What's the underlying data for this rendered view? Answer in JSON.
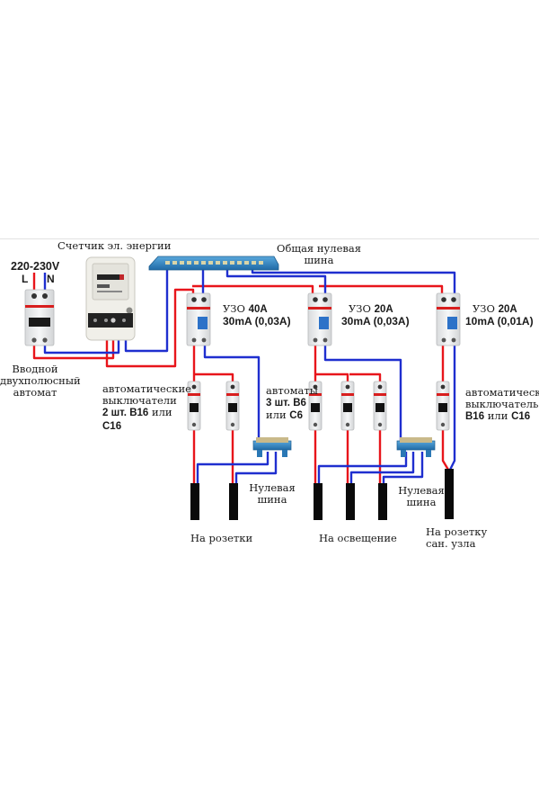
{
  "colors": {
    "phase_wire": "#e8151b",
    "neutral_wire": "#1f2fcf",
    "bus_bar": "#2e86c1",
    "breaker_body": "#eceeef",
    "breaker_stripe": "#d81e1e",
    "rcd_button": "#2d72c8",
    "cable": "#0a0a0a",
    "text": "#1a1a1a"
  },
  "labels": {
    "meter": "Счетчик эл. энергии",
    "voltage": "220-230V",
    "phase": "L",
    "neutral": "N",
    "main_breaker": [
      "Вводной",
      "двухполюсный",
      "автомат"
    ],
    "common_neutral_bus": [
      "Общая нулевая",
      "шина"
    ],
    "rcd1": {
      "prefix": "УЗО ",
      "rating": "40A",
      "leak": "30mA (0,03A)"
    },
    "rcd2": {
      "prefix": "УЗО ",
      "rating": "20A",
      "leak": "30mA (0,03A)"
    },
    "rcd3": {
      "prefix": "УЗО ",
      "rating": "20A",
      "leak": "10mA (0,01A)"
    },
    "group1_breakers": {
      "l1": "автоматические",
      "l2": "выключатели",
      "l3a": "2 шт. ",
      "l3b": "B16",
      "l3c": " или",
      "l4": "C16"
    },
    "group2_breakers": {
      "l1": "автоматы",
      "l2a": "3 шт. ",
      "l2b": "B6",
      "l3a": "или ",
      "l3b": "C6"
    },
    "group3_breaker": {
      "l1": "автоматический",
      "l2": "выключатель",
      "l3a": "B16",
      "l3b": " или ",
      "l3c": "C16"
    },
    "neutral_bus_1": [
      "Нулевая",
      "шина"
    ],
    "neutral_bus_2": [
      "Нулевая",
      "шина"
    ],
    "out_sockets": "На розетки",
    "out_lighting": "На освещение",
    "out_bathroom": [
      "На розетку",
      "сан. узла"
    ]
  },
  "components": {
    "main_breaker": {
      "type": "2-pole breaker",
      "poles": 2
    },
    "meter": {
      "type": "single-phase energy meter",
      "terminals": 4
    },
    "common_bus": {
      "type": "neutral bus bar"
    },
    "rcds": [
      {
        "id": "rcd1",
        "rating": "40A",
        "leak": "30mA"
      },
      {
        "id": "rcd2",
        "rating": "20A",
        "leak": "30mA"
      },
      {
        "id": "rcd3",
        "rating": "20A",
        "leak": "10mA"
      }
    ],
    "groups": [
      {
        "rcd": "rcd1",
        "breakers": 2,
        "rating": "B16/C16",
        "outputs": 2,
        "neutral_bus": true,
        "destination": "На розетки"
      },
      {
        "rcd": "rcd2",
        "breakers": 3,
        "rating": "B6/C6",
        "outputs": 3,
        "neutral_bus": true,
        "destination": "На освещение"
      },
      {
        "rcd": "rcd3",
        "breakers": 1,
        "rating": "B16/C16",
        "outputs": 1,
        "neutral_bus": false,
        "destination": "На розетку сан. узла"
      }
    ]
  }
}
